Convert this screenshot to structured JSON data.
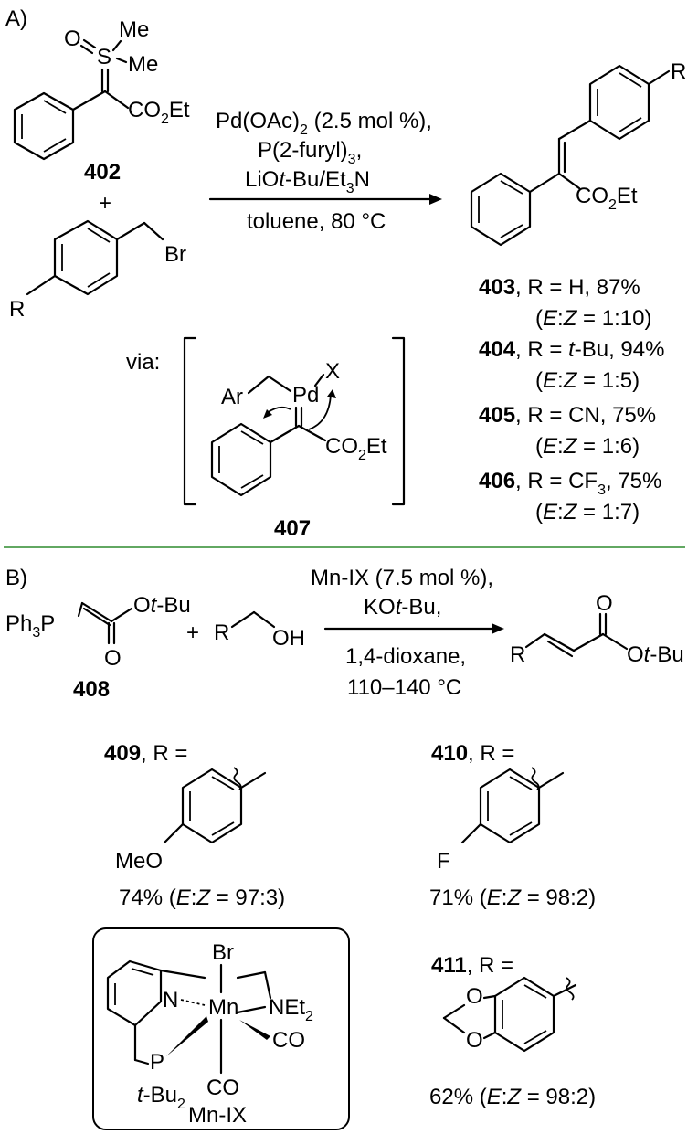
{
  "panel_a": {
    "label": "A)",
    "reagent_402": {
      "o": "O",
      "s": "S",
      "me1": "Me",
      "me2": "Me",
      "ester": "CO",
      "ester_sub": "2",
      "ester_end": "Et",
      "id": "402"
    },
    "plus": "+",
    "benzyl": {
      "br": "Br",
      "r": "R"
    },
    "conditions": {
      "line1_a": "Pd(OAc)",
      "line1_sub": "2",
      "line1_b": " (2.5 mol %),",
      "line2": "P(2-furyl)",
      "line2_sub": "3",
      "line2_end": ",",
      "line3_a": "LiO",
      "line3_it": "t",
      "line3_b": "-Bu/Et",
      "line3_sub": "3",
      "line3_end": "N",
      "line4": "toluene, 80 °C"
    },
    "product": {
      "r": "R",
      "ester": "CO",
      "ester_sub": "2",
      "ester_end": "Et"
    },
    "results": [
      {
        "id": "403",
        "r_a": ", R = H, 87%",
        "ratio": "1:10"
      },
      {
        "id": "404",
        "r_a": ", R = ",
        "r_it": "t",
        "r_b": "-Bu, 94%",
        "ratio": "1:5"
      },
      {
        "id": "405",
        "r_a": ", R = CN, 75%",
        "ratio": "1:6"
      },
      {
        "id": "406",
        "r_a": ", R = CF",
        "r_sub": "3",
        "r_b": ", 75%",
        "ratio": "1:7"
      }
    ],
    "ratio_e": "E",
    "ratio_z": "Z",
    "intermediate": {
      "via": "via:",
      "ar": "Ar",
      "pd": "Pd",
      "x": "X",
      "ester": "CO",
      "ester_sub": "2",
      "ester_end": "Et",
      "id": "407"
    }
  },
  "panel_b": {
    "label": "B)",
    "ylide": {
      "ph3p": "Ph",
      "ph3p_sub": "3",
      "ph3p_end": "P",
      "o": "O",
      "ot": "O",
      "ot_it": "t",
      "ot_end": "-Bu",
      "id": "408"
    },
    "plus": "+",
    "alcohol": {
      "r": "R",
      "oh": "OH"
    },
    "conditions": {
      "line1": "Mn-IX (7.5 mol %),",
      "line2_a": "KO",
      "line2_it": "t",
      "line2_b": "-Bu,",
      "line3": "1,4-dioxane,",
      "line4": "110–140 °C"
    },
    "product": {
      "r": "R",
      "o": "O",
      "ot": "O",
      "ot_it": "t",
      "ot_end": "-Bu"
    },
    "subs": [
      {
        "id": "409",
        "label": ", R =",
        "sub": "MeO",
        "yield": "74% (",
        "ratio": "97:3"
      },
      {
        "id": "410",
        "label": ", R =",
        "sub": "F",
        "yield": "71% (",
        "ratio": "98:2"
      },
      {
        "id": "411",
        "label": ", R =",
        "o1": "O",
        "o2": "O",
        "yield": "62% (",
        "ratio": "98:2"
      }
    ],
    "catalyst": {
      "br": "Br",
      "n": "N",
      "mn": "Mn",
      "net2": "NEt",
      "net2_sub": "2",
      "co1": "CO",
      "co2": "CO",
      "p": "P",
      "tbu": "t",
      "tbu_b": "-Bu",
      "tbu_sub": "2",
      "name": "Mn-IX"
    }
  },
  "colors": {
    "divider": "#2e8b2e"
  }
}
